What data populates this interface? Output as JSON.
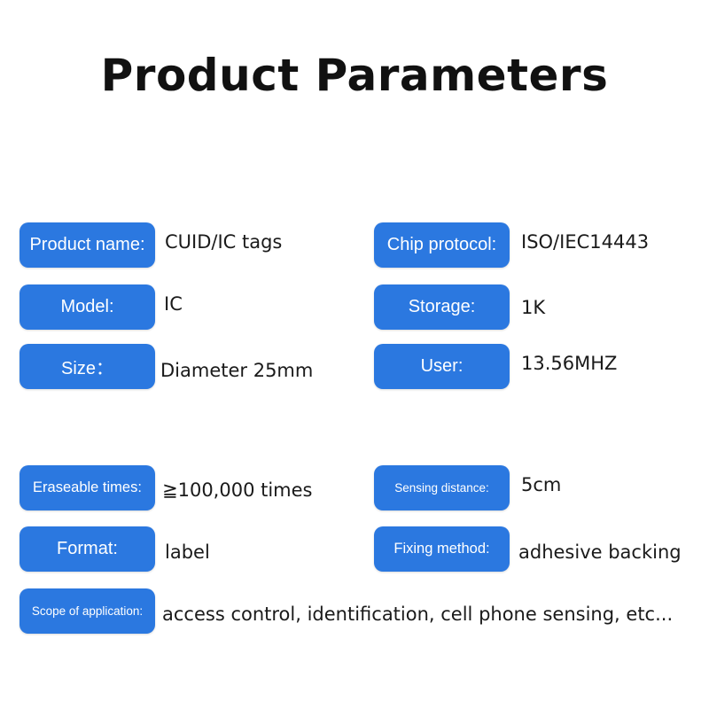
{
  "title": "Product Parameters",
  "params": {
    "product_name": {
      "label": "Product name:",
      "value": "CUID/IC tags"
    },
    "chip_protocol": {
      "label": "Chip protocol:",
      "value": "ISO/IEC14443"
    },
    "model": {
      "label": "Model:",
      "value": "IC"
    },
    "storage": {
      "label": "Storage:",
      "value": "1K"
    },
    "size": {
      "label": "Size：",
      "value": "Diameter 25mm"
    },
    "user": {
      "label": "User:",
      "value": "13.56MHZ"
    },
    "erase_times": {
      "label": "Eraseable times:",
      "value": "≧100,000 times"
    },
    "sensing_distance": {
      "label": "Sensing distance:",
      "value": "5cm"
    },
    "format": {
      "label": "Format:",
      "value": "label"
    },
    "fixing_method": {
      "label": "Fixing method:",
      "value": "adhesive backing"
    },
    "scope": {
      "label": "Scope of application:",
      "value": "access control, identification, cell phone sensing, etc..."
    }
  },
  "colors": {
    "pill_bg": "#2b78e0",
    "pill_text": "#ffffff",
    "title": "#111111"
  }
}
